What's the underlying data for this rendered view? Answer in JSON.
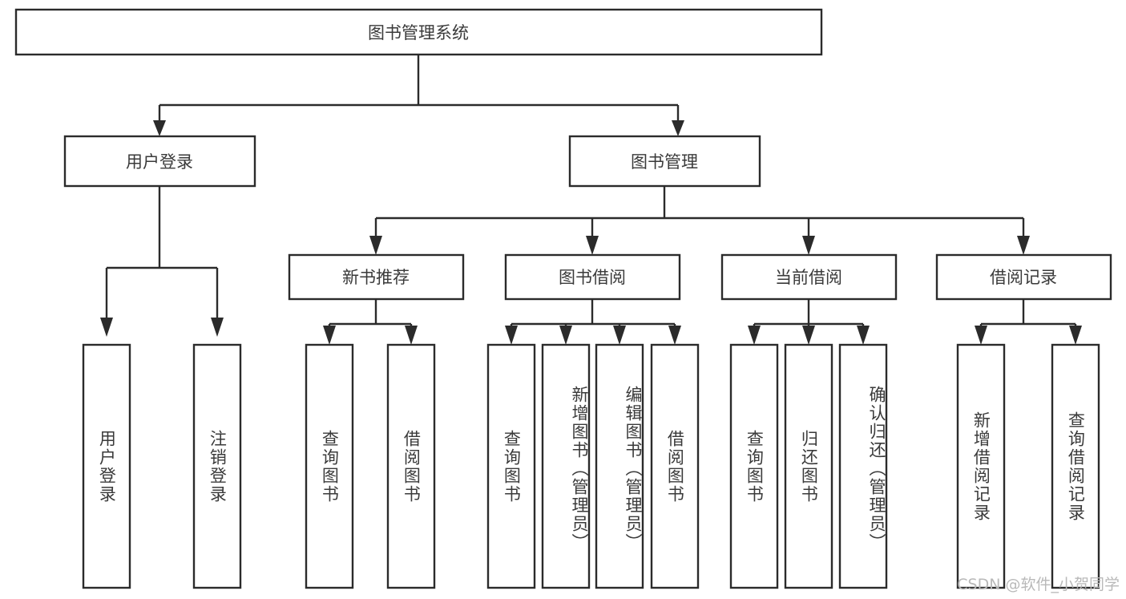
{
  "diagram": {
    "type": "tree",
    "title_text": "图书管理系统",
    "colors": {
      "background": "#ffffff",
      "box_stroke": "#2b2b2b",
      "box_fill": "#ffffff",
      "text": "#3a3a3a",
      "connector": "#2b2b2b",
      "watermark": "#b9b9b9"
    },
    "root": {
      "label": "图书管理系统"
    },
    "level2": [
      {
        "label": "用户登录"
      },
      {
        "label": "图书管理"
      }
    ],
    "level3": [
      {
        "label": "新书推荐"
      },
      {
        "label": "图书借阅"
      },
      {
        "label": "当前借阅"
      },
      {
        "label": "借阅记录"
      }
    ],
    "leaves": {
      "user_login": [
        {
          "label": "用户登录"
        },
        {
          "label": "注销登录"
        }
      ],
      "new_book_recommend": [
        {
          "label": "查询图书"
        },
        {
          "label": "借阅图书"
        }
      ],
      "book_borrow": [
        {
          "label": "查询图书"
        },
        {
          "label": "新增图书（管理员）"
        },
        {
          "label": "编辑图书（管理员）"
        },
        {
          "label": "借阅图书"
        }
      ],
      "current_borrow": [
        {
          "label": "查询图书"
        },
        {
          "label": "归还图书"
        },
        {
          "label": "确认归还（管理员）"
        }
      ],
      "borrow_record": [
        {
          "label": "新增借阅记录"
        },
        {
          "label": "查询借阅记录"
        }
      ]
    },
    "watermark": "CSDN @软件_小贺同学"
  }
}
